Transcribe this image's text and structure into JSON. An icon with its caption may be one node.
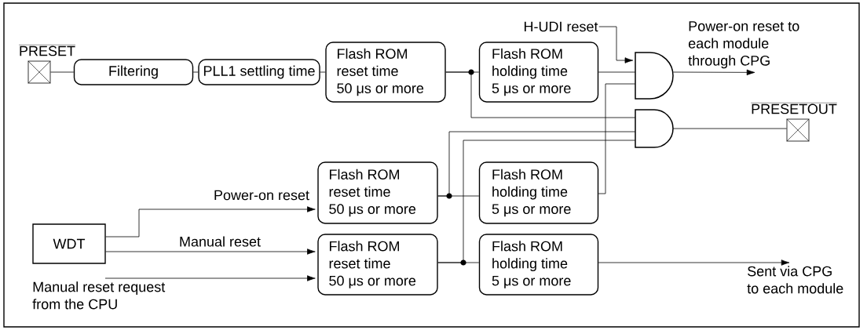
{
  "diagram": {
    "nodes": [
      {
        "text": [
          "PRESET"
        ]
      },
      {
        "text": [
          "Filtering"
        ]
      },
      {
        "text": [
          "PLL1 settling time"
        ]
      },
      {
        "text": [
          "Flash ROM reset time 50 μs or more"
        ]
      },
      {
        "text": [
          "Flash ROM holding time 5 μs or more"
        ]
      },
      {
        "text": [],
        "shape": "gate"
      },
      {
        "text": [
          "H-UDI reset"
        ]
      },
      {
        "text": [],
        "shape": "gate"
      },
      {
        "text": [
          "PRESETOUT"
        ]
      },
      {
        "text": [
          "WDT"
        ]
      },
      {
        "text": [
          "Flash ROM reset time 50 μs or more"
        ]
      },
      {
        "text": [
          "Flash ROM reset time 50 μs or more"
        ]
      },
      {
        "text": [
          "Flash ROM holding time 5 μs or more"
        ]
      },
      {
        "text": [
          "Flash ROM holding time 5 μs or more"
        ]
      },
      {
        "text": [
          "Power-on reset to each module through CPG"
        ]
      },
      {
        "text": [
          "Sent via CPG to each module"
        ]
      },
      {
        "text": [
          "Manual reset request from the CPU"
        ]
      }
    ],
    "edges": [
      {
        "from": 0,
        "to": 1,
        "arrow": "none"
      },
      {
        "from": 1,
        "to": 2,
        "arrow": "none"
      },
      {
        "from": 2,
        "to": 3,
        "arrow": "none"
      },
      {
        "from": 3,
        "to": 4,
        "arrow": "none"
      },
      {
        "from": 4,
        "to": 5,
        "arrow": "none"
      },
      {
        "from": 3,
        "to": 7,
        "arrow": "none"
      },
      {
        "from": 6,
        "to": 5,
        "arrow": "to"
      },
      {
        "from": 5,
        "to": 14,
        "arrow": "to"
      },
      {
        "from": 7,
        "to": 8,
        "arrow": "none"
      },
      {
        "from": 9,
        "to": 10,
        "arrow": "to",
        "label": "Power-on reset"
      },
      {
        "from": 9,
        "to": 11,
        "arrow": "to",
        "label": "Manual reset"
      },
      {
        "from": 16,
        "to": 11,
        "arrow": "to"
      },
      {
        "from": 10,
        "to": 12,
        "arrow": "none"
      },
      {
        "from": 10,
        "to": 7,
        "arrow": "none"
      },
      {
        "from": 11,
        "to": 13,
        "arrow": "none"
      },
      {
        "from": 11,
        "to": 7,
        "arrow": "none"
      },
      {
        "from": 12,
        "to": 5,
        "arrow": "none"
      },
      {
        "from": 13,
        "to": 15,
        "arrow": "to"
      }
    ]
  }
}
